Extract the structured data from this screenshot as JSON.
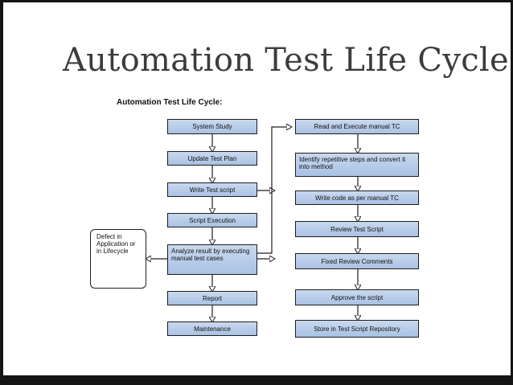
{
  "title": "Automation Test Life Cycle",
  "diagram": {
    "heading": "Automation Test Life Cycle:",
    "left_steps": [
      "System Study",
      "Update Test Plan",
      "Write Test script",
      "Script Execution",
      "Analyze result by executing manual test cases",
      "Report",
      "Maintenance"
    ],
    "right_steps": [
      "Read and Execute manual TC",
      "Identify repetitive steps and convert it into method",
      "Write code as per manual TC",
      "Review Test Script",
      "Fixed Review Comments",
      "Approve the script",
      "Store in Test Script Repository"
    ],
    "defect_box": "Defect in Application or in Lifecycle"
  },
  "colors": {
    "box_fill": "#b8cde9",
    "box_border": "#1e1e1e",
    "title": "#3c3c3c",
    "frame": "#141414"
  }
}
